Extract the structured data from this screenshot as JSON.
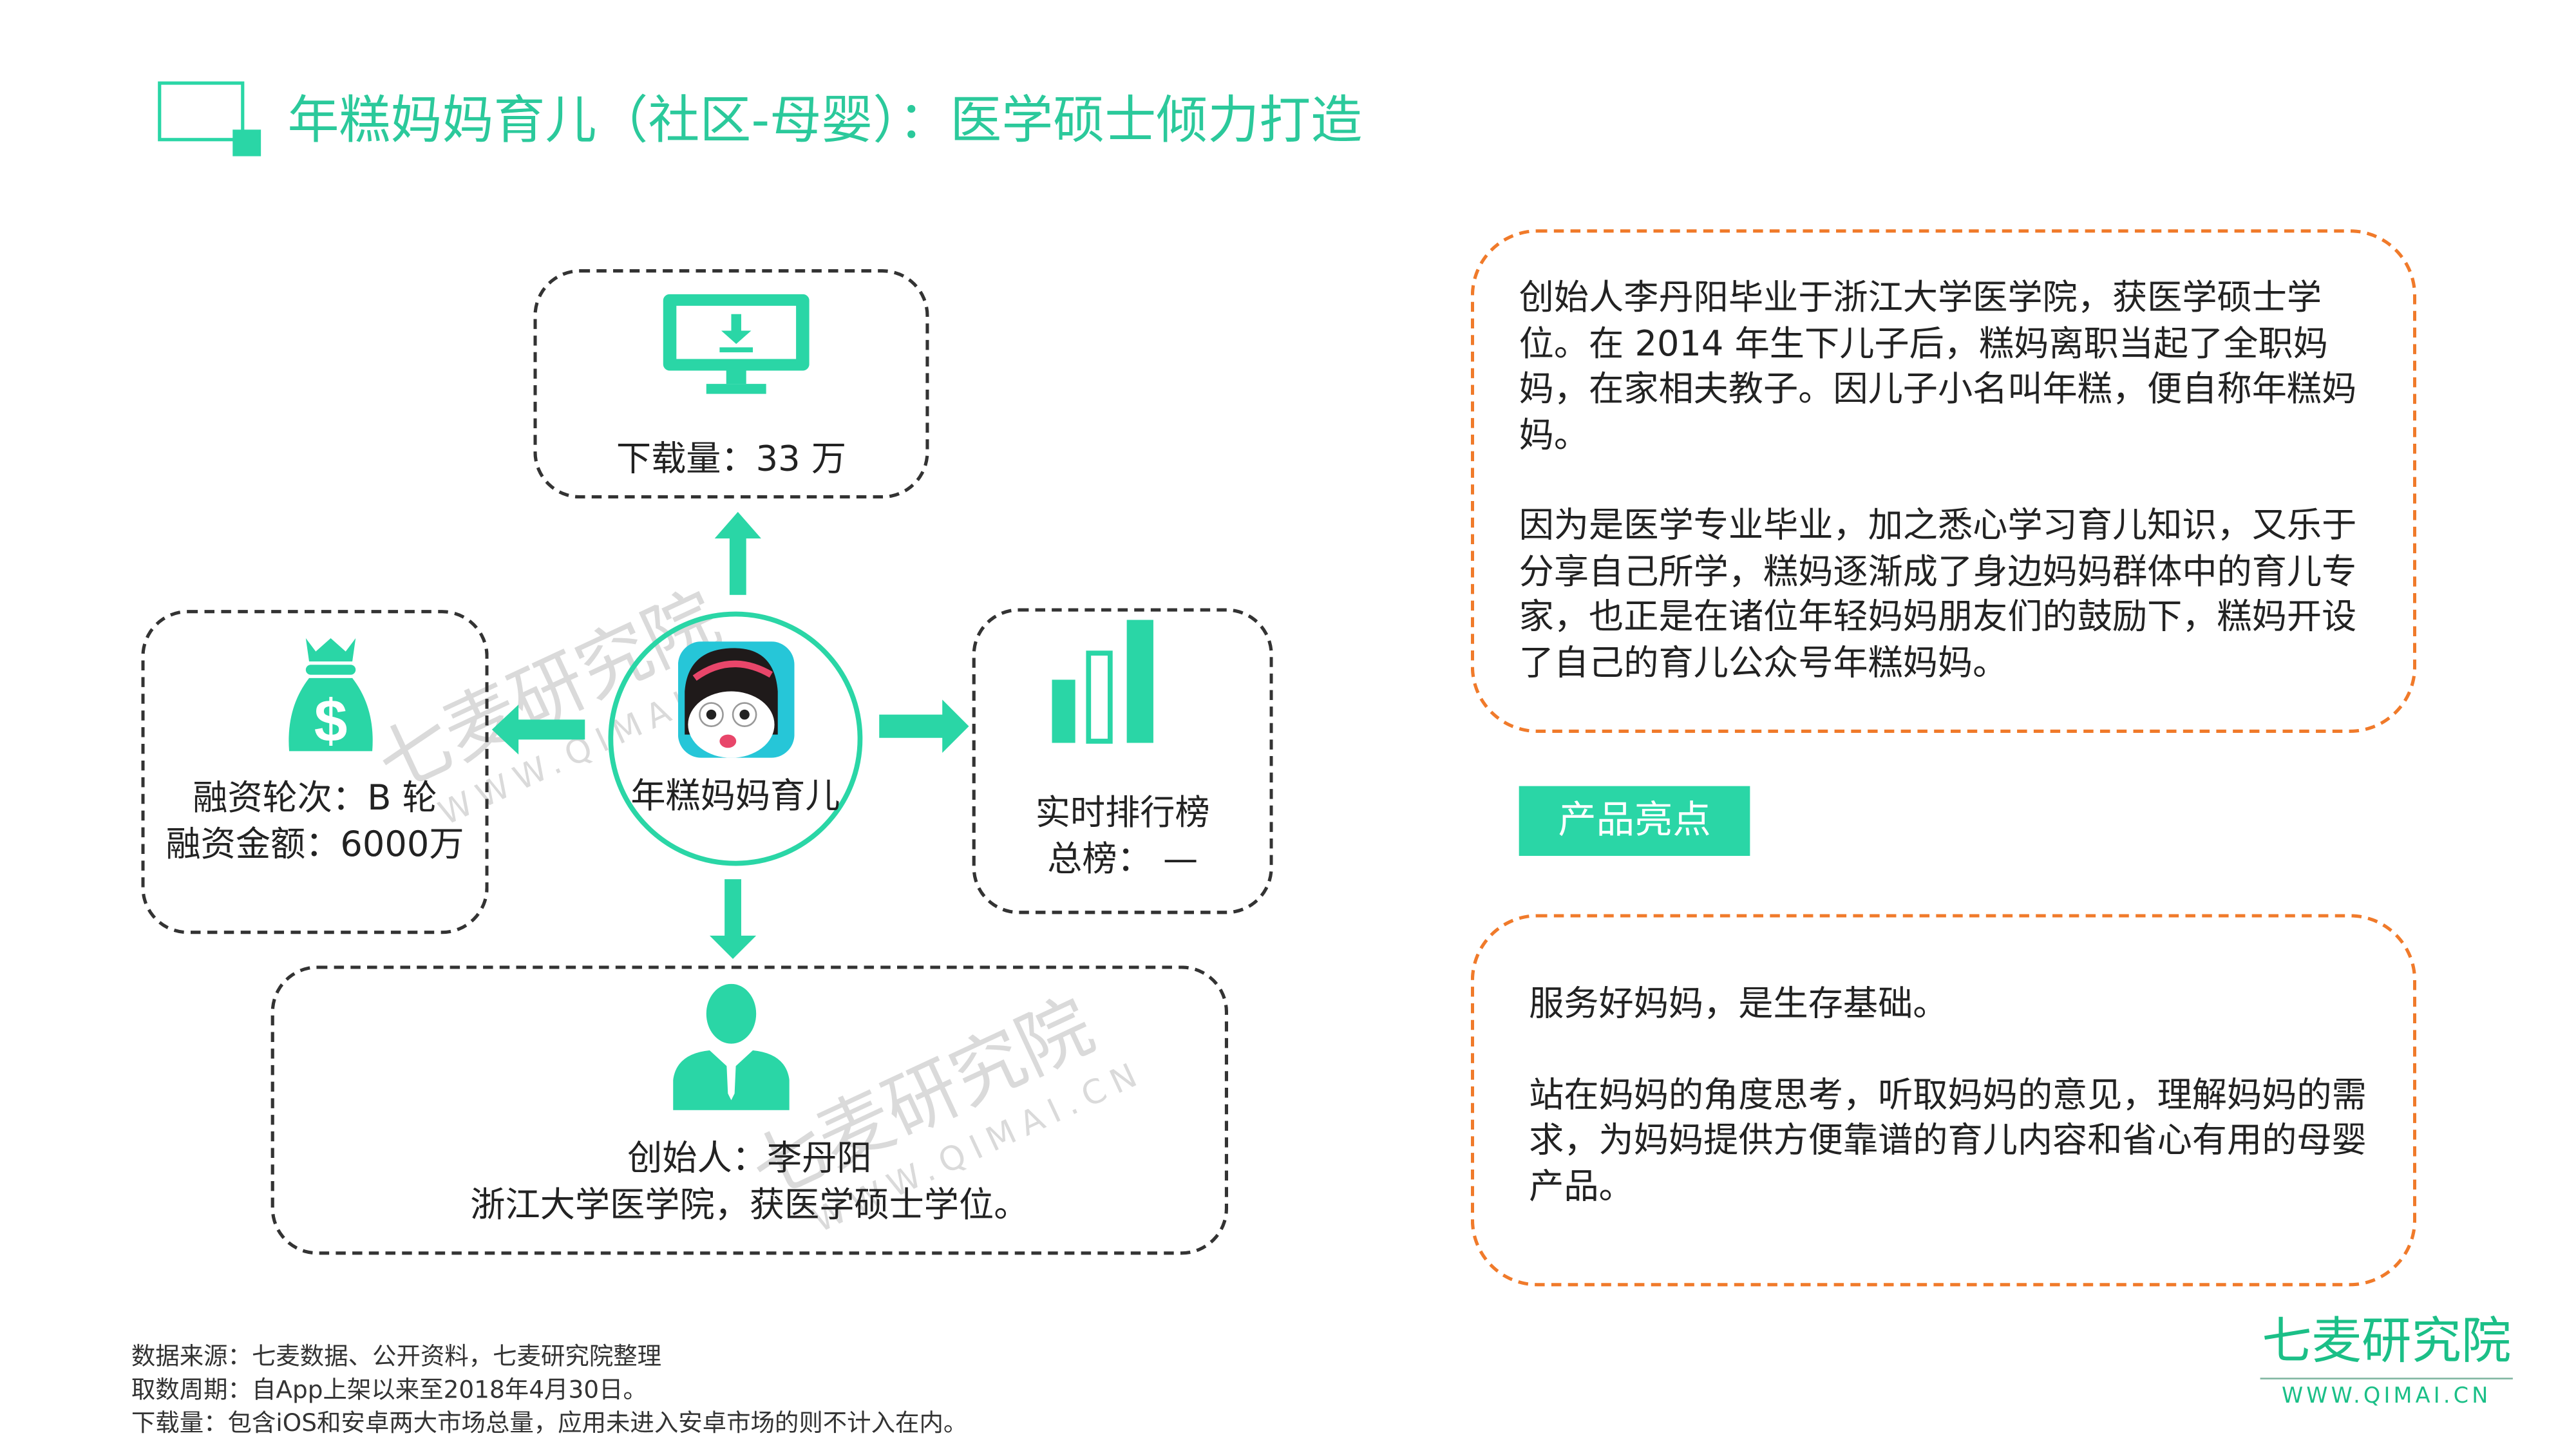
{
  "title": "年糕妈妈育儿（社区-母婴）：医学硕士倾力打造",
  "diagram": {
    "center_label": "年糕妈妈育儿",
    "downloads": "下载量：33 万",
    "funding_round": "融资轮次：B 轮",
    "funding_amount": "融资金额：6000万",
    "ranking_title": "实时排行榜",
    "ranking_total": "总榜： —",
    "founder": "创始人：李丹阳",
    "founder_edu": "浙江大学医学院，获医学硕士学位。"
  },
  "intro": {
    "p1": "创始人李丹阳毕业于浙江大学医学院，获医学硕士学位。在 2014 年生下儿子后，糕妈离职当起了全职妈妈，在家相夫教子。因儿子小名叫年糕，便自称年糕妈妈。",
    "p2": "因为是医学专业毕业，加之悉心学习育儿知识，又乐于分享自己所学，糕妈逐渐成了身边妈妈群体中的育儿专家，也正是在诸位年轻妈妈朋友们的鼓励下，糕妈开设了自己的育儿公众号年糕妈妈。"
  },
  "highlight_label": "产品亮点",
  "highlight": {
    "p1": "服务好妈妈，是生存基础。",
    "p2": "站在妈妈的角度思考，听取妈妈的意见，理解妈妈的需求，为妈妈提供方便靠谱的育儿内容和省心有用的母婴产品。"
  },
  "footer": {
    "source": "数据来源：七麦数据、公开资料，七麦研究院整理",
    "period": "取数周期：自App上架以来至2018年4月30日。",
    "note": "下载量：包含iOS和安卓两大市场总量，应用未进入安卓市场的则不计入在内。"
  },
  "logo": {
    "name": "七麦研究院",
    "url": "WWW.QIMAI.CN"
  },
  "watermark": {
    "name": "七麦研究院",
    "url": "WWW.QIMAI.CN"
  },
  "colors": {
    "green": "#2ad6a6",
    "orange": "#f07a2a",
    "logo_green": "#1bbf87"
  }
}
